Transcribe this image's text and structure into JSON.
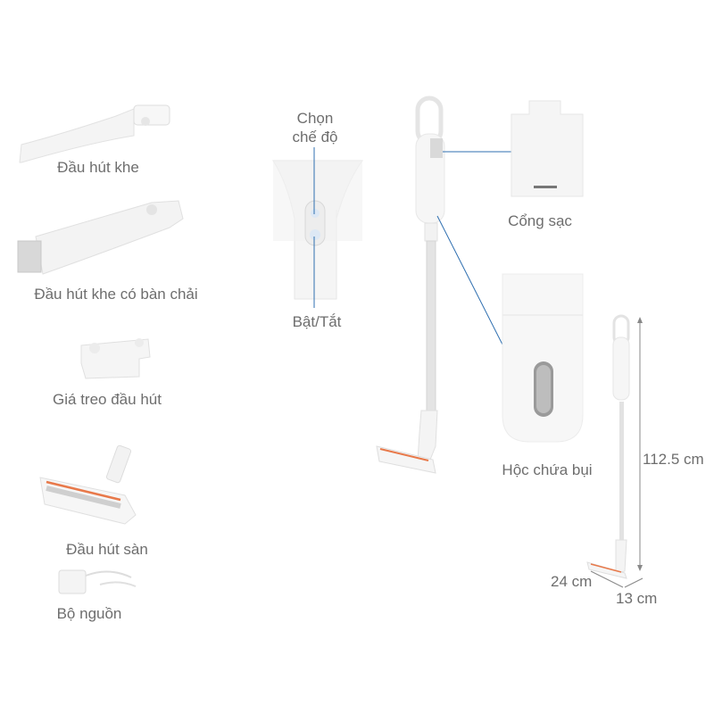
{
  "accessories": [
    {
      "id": "crevice",
      "label": "Đầu hút khe"
    },
    {
      "id": "crevice-brush",
      "label": "Đầu hút khe có bàn chải"
    },
    {
      "id": "holder",
      "label": "Giá treo đầu hút"
    },
    {
      "id": "floor",
      "label": "Đầu hút sàn"
    },
    {
      "id": "charger",
      "label": "Bộ nguồn"
    }
  ],
  "callouts": {
    "mode_line1": "Chọn",
    "mode_line2": "chế độ",
    "power": "Bật/Tắt",
    "charge_port": "Cổng sạc",
    "dust_bin": "Hộc chứa bụi"
  },
  "dimensions": {
    "height": "112.5 cm",
    "length": "24 cm",
    "width": "13 cm"
  },
  "colors": {
    "leader_line": "#2f6fb0",
    "label_text": "#6e6e6e",
    "accent_brush": "#e8794a"
  }
}
